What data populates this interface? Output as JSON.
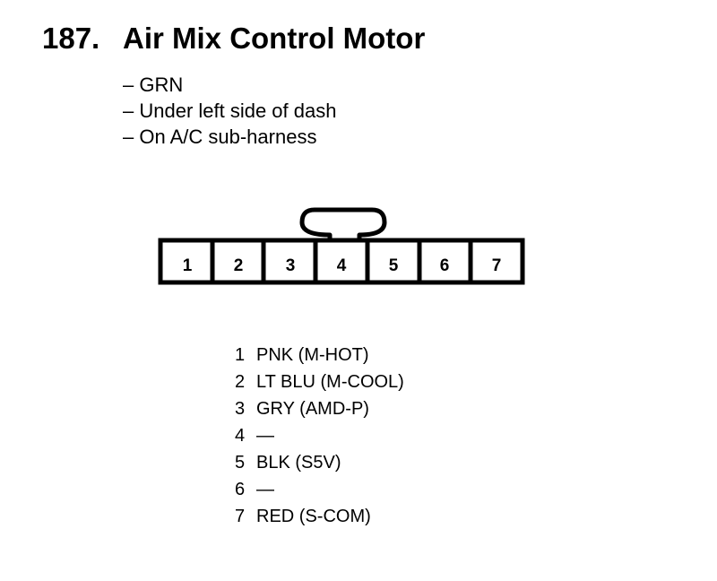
{
  "title": {
    "number": "187.",
    "name": "Air Mix Control Motor"
  },
  "notes": [
    "– GRN",
    "– Under left side of dash",
    "– On A/C sub-harness"
  ],
  "connector": {
    "cavities": [
      "1",
      "2",
      "3",
      "4",
      "5",
      "6",
      "7"
    ]
  },
  "pins": [
    {
      "num": "1",
      "wire": "PNK (M-HOT)"
    },
    {
      "num": "2",
      "wire": "LT BLU (M-COOL)"
    },
    {
      "num": "3",
      "wire": "GRY (AMD-P)"
    },
    {
      "num": "4",
      "wire": "—"
    },
    {
      "num": "5",
      "wire": "BLK (S5V)"
    },
    {
      "num": "6",
      "wire": "—"
    },
    {
      "num": "7",
      "wire": "RED (S-COM)"
    }
  ]
}
